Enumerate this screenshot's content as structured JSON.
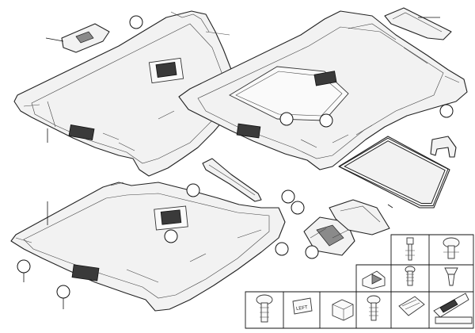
{
  "diagram": {
    "hardware_tiles": [
      {
        "name": "tile-push-pin",
        "icon": "push-pin-icon"
      },
      {
        "name": "tile-expanding-rivet",
        "icon": "expanding-rivet-icon"
      },
      {
        "name": "tile-slide-clip",
        "icon": "slide-clip-icon"
      },
      {
        "name": "tile-screw-washer",
        "icon": "screw-washer-icon"
      },
      {
        "name": "tile-clip-nut",
        "icon": "clip-nut-icon"
      },
      {
        "name": "tile-fir-tree-clip",
        "icon": "fir-tree-clip-icon"
      },
      {
        "name": "tile-screw",
        "icon": "screw-icon"
      },
      {
        "name": "tile-spring-clip",
        "icon": "spring-clip-icon"
      },
      {
        "name": "tile-label-block",
        "icon": "left-label-icon",
        "text": "LEFT"
      },
      {
        "name": "tile-grommet",
        "icon": "grommet-icon"
      },
      {
        "name": "tile-tapping-screw",
        "icon": "tapping-screw-icon"
      },
      {
        "name": "tile-wire-clip",
        "icon": "wire-clip-icon"
      },
      {
        "name": "tile-logo",
        "icon": "pointer-arrow-icon"
      }
    ]
  }
}
